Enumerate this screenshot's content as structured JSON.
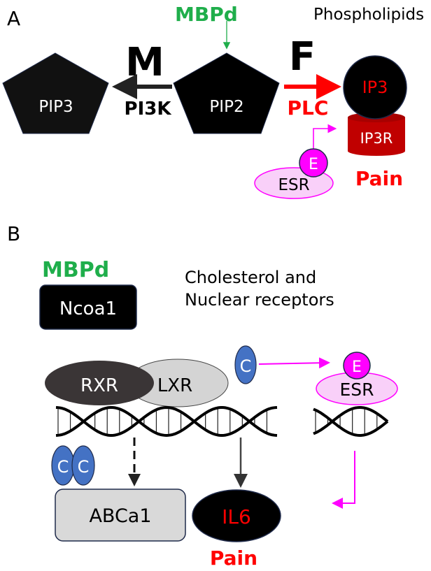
{
  "panel_a": {
    "label": "A",
    "title": "Phospholipids",
    "modulator": "MBPd",
    "nodes": {
      "pip3": "PIP3",
      "pip2": "PIP2",
      "ip3": "IP3",
      "ip3r": "IP3R",
      "esr": "ESR",
      "estrogen": "E"
    },
    "edges": {
      "pi3k_letter": "M",
      "pi3k_label": "PI3K",
      "plc_letter": "F",
      "plc_label": "PLC"
    },
    "outcome": "Pain"
  },
  "panel_b": {
    "label": "B",
    "title_line1": "Cholesterol and",
    "title_line2": "Nuclear receptors",
    "modulator": "MBPd",
    "nodes": {
      "ncoa1": "Ncoa1",
      "rxr": "RXR",
      "lxr": "LXR",
      "cholesterol": "C",
      "cholesterol_pair_1": "C",
      "cholesterol_pair_2": "C",
      "estrogen": "E",
      "esr": "ESR",
      "abca1": "ABCa1",
      "il6": "IL6"
    },
    "outcome": "Pain"
  },
  "colors": {
    "green": "#1fae4b",
    "red": "#ff0000",
    "dark_red": "#c00000",
    "magenta": "#ff00ff",
    "light_magenta": "#f9d0f9",
    "blue": "#4472c4",
    "dark": "#000000",
    "rxr": "#3a3536",
    "lxr": "#d4d4d4",
    "abca1": "#d9d9d9"
  }
}
